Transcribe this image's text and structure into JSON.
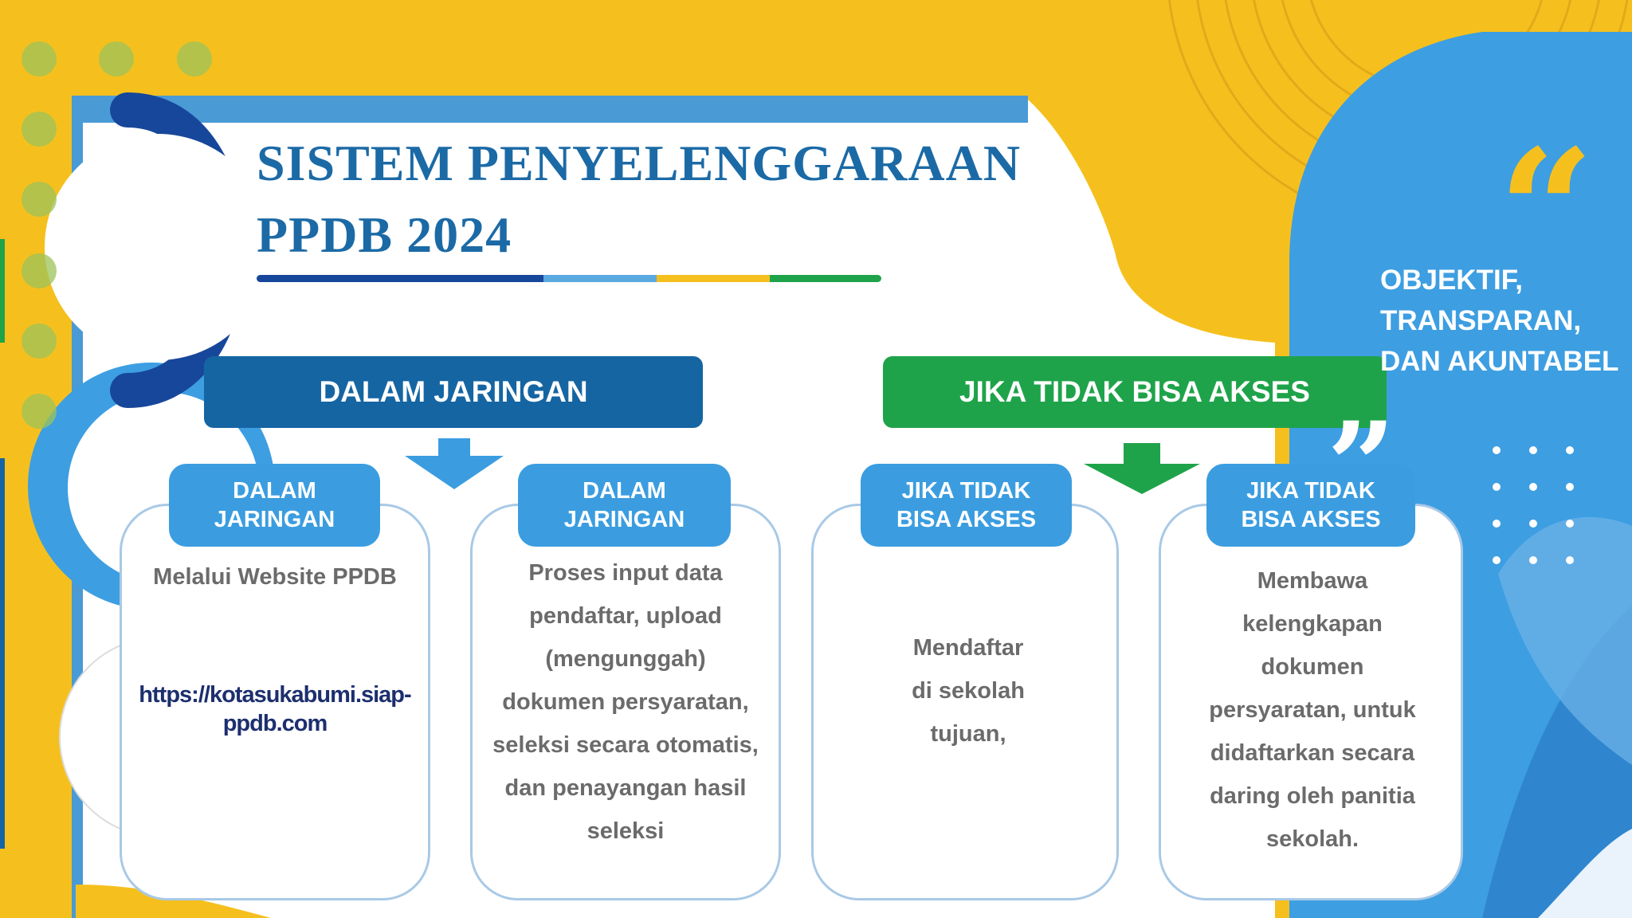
{
  "title": {
    "line1": "SISTEM PENYELENGGARAAN",
    "line2": "PPDB 2024"
  },
  "colors": {
    "background": "#f5c01e",
    "title": "#1b6aa6",
    "dark_blue": "#1565a3",
    "light_blue": "#3b9de0",
    "green": "#1fa34a",
    "yellow": "#f5c01e",
    "text_gray": "#6b6b6b",
    "url": "#1c2f6e"
  },
  "sections": {
    "online": {
      "header": "DALAM JARINGAN",
      "cards": [
        {
          "pill": "DALAM\nJARINGAN",
          "text": "Melalui Website  PPDB",
          "url": "https://kotasukabumi.siap-\nppdb.com"
        },
        {
          "pill": "DALAM\nJARINGAN",
          "text": "Proses input data\npendaftar, upload\n(mengunggah)\ndokumen persyaratan,\nseleksi secara otomatis,\ndan penayangan hasil\nseleksi"
        }
      ]
    },
    "offline": {
      "header": "JIKA TIDAK BISA AKSES",
      "cards": [
        {
          "pill": "JIKA TIDAK\nBISA AKSES",
          "text": "Mendaftar\ndi sekolah\ntujuan,"
        },
        {
          "pill": "JIKA TIDAK\nBISA AKSES",
          "text": "Membawa\nkelengkapan\ndokumen\npersyaratan, untuk\ndidaftarkan secara\ndaring oleh panitia\nsekolah."
        }
      ]
    }
  },
  "side_panel": {
    "quote_open": "“",
    "quote_close": "”",
    "motto": "OBJEKTIF,\nTRANSPARAN,\nDAN AKUNTABEL"
  }
}
